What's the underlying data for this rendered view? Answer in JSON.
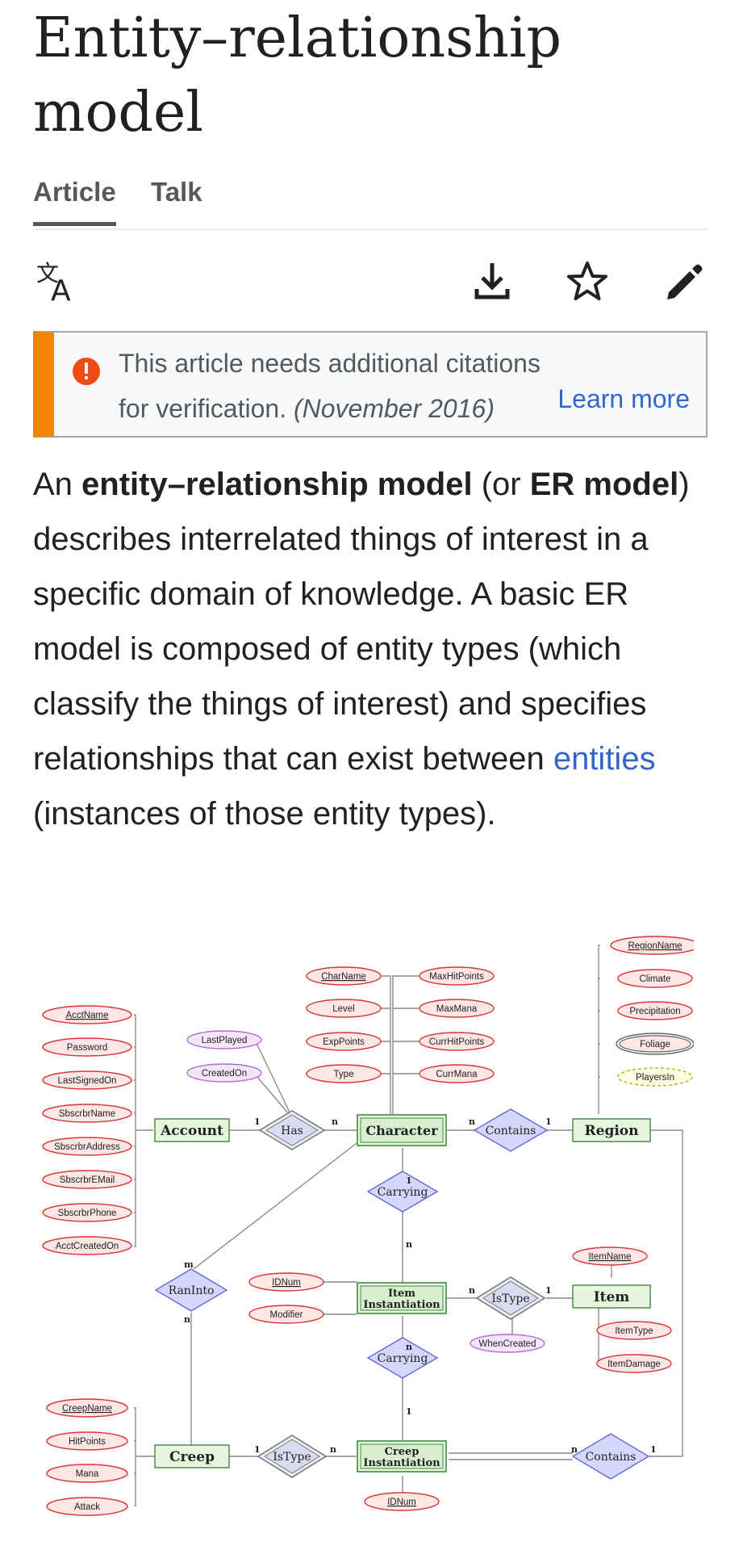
{
  "page": {
    "title": "Entity–relationship model"
  },
  "tabs": [
    {
      "label": "Article",
      "active": true
    },
    {
      "label": "Talk",
      "active": false
    }
  ],
  "toolbar": {
    "icons": [
      "language-icon",
      "download-icon",
      "star-icon",
      "edit-icon"
    ]
  },
  "notice": {
    "text": "This article needs additional citations for verification.",
    "date": "(November 2016)",
    "link": "Learn more",
    "accent_color": "#f28500",
    "icon_color": "#ee4c12"
  },
  "lead": {
    "p1": "An ",
    "term1": "entity–relationship model",
    "p2": " (or ",
    "term2": "ER model",
    "p3": ") describes interrelated things of interest in a specific domain of knowledge. A basic ER model is composed of entity types (which classify the things of interest) and specifies relationships that can exist between ",
    "link": "entities",
    "p4": " (instances of those entity types)."
  },
  "diagram": {
    "entities": [
      "Account",
      "Character",
      "Region",
      "Item Instantiation",
      "Item",
      "Creep",
      "Creep Instantiation"
    ],
    "relationships": [
      "Has",
      "Contains",
      "Carrying",
      "RanInto",
      "IsType",
      "Carrying",
      "IsType",
      "Contains"
    ],
    "account_attrs": [
      "AcctName",
      "Password",
      "LastSignedOn",
      "SbscrbrName",
      "SbscrbrAddress",
      "SbscrbrEMail",
      "SbscrbrPhone",
      "AcctCreatedOn"
    ],
    "has_attrs": [
      "LastPlayed",
      "CreatedOn"
    ],
    "character_attrs_left": [
      "CharName",
      "Level",
      "ExpPoints",
      "Type"
    ],
    "character_attrs_right": [
      "MaxHitPoints",
      "MaxMana",
      "CurrHitPoints",
      "CurrMana"
    ],
    "region_attrs": [
      "RegionName",
      "Climate",
      "Precipitation",
      "Foliage",
      "PlayersIn"
    ],
    "item_inst_attrs": [
      "IDNum",
      "Modifier"
    ],
    "istype_attr": "WhenCreated",
    "item_attrs": [
      "ItemName",
      "ItemType",
      "ItemDamage"
    ],
    "creep_attrs": [
      "CreepName",
      "HitPoints",
      "Mana",
      "Attack"
    ],
    "creep_inst_attr": "IDNum",
    "cardinalities": {
      "one": "1",
      "many": "n",
      "m": "m"
    },
    "colors": {
      "entity_fill": "#e6f6df",
      "entity_stroke": "#3f8a3f",
      "relation_fill": "#d9dcf8",
      "attr_stroke": "#d33",
      "rel_attr_stroke": "#b46ad6"
    }
  }
}
